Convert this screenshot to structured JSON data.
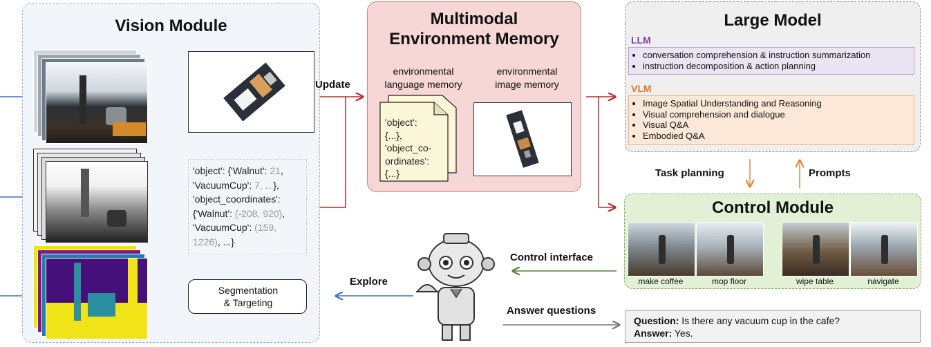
{
  "vision": {
    "title": "Vision Module",
    "text_output": [
      {
        "t": "'object': {'Walnut': ",
        "g": "21",
        "e": ","
      },
      {
        "t": "'VacuumCup': ",
        "g": "7, ...",
        "e": "},"
      },
      {
        "t": "'object_coordinates':",
        "g": "",
        "e": ""
      },
      {
        "t": "{'Walnut': ",
        "g": "(-208, 920)",
        "e": ","
      },
      {
        "t": "'VacuumCup': ",
        "g": "(159,",
        "e": ""
      },
      {
        "t": "",
        "g": "1226)",
        "e": ", ...}"
      }
    ],
    "seg_label_1": "Segmentation",
    "seg_label_2": "& Targeting"
  },
  "memory": {
    "title_1": "Multimodal",
    "title_2": "Environment Memory",
    "lang_label_1": "environmental",
    "lang_label_2": "language memory",
    "img_label_1": "environmental",
    "img_label_2": "image memory",
    "doc_lines": [
      "'object':",
      "{...},",
      "'object_co-",
      "ordinates':",
      "{...}"
    ]
  },
  "large_model": {
    "title": "Large Model",
    "llm_heading": "LLM",
    "llm_items": [
      "conversation comprehension & instruction summarization",
      "instruction decomposition & action planning"
    ],
    "vlm_heading": "VLM",
    "vlm_items": [
      "Image Spatial Understanding and Reasoning",
      "Visual comprehension and dialogue",
      "Visual Q&A",
      "Embodied Q&A"
    ]
  },
  "control": {
    "title": "Control Module",
    "tasks": [
      "make coffee",
      "mop floor",
      "wipe table",
      "navigate"
    ]
  },
  "arrows": {
    "update": "Update",
    "task_planning": "Task planning",
    "prompts": "Prompts",
    "control_interface": "Control interface",
    "explore": "Explore",
    "answer_questions": "Answer questions"
  },
  "qa": {
    "q_label": "Question:",
    "q_text": "Is there any vacuum cup in the cafe?",
    "a_label": "Answer:",
    "a_text": "Yes."
  },
  "colors": {
    "vision_bg": "#f2f6fa",
    "memory_bg": "#f7d6d6",
    "large_bg": "#efefef",
    "control_bg": "#e2f0d6",
    "llm": "#7b3fb3",
    "vlm": "#e0782a",
    "red_arrow": "#c0282d",
    "blue_arrow": "#4472c4",
    "green_arrow": "#548235",
    "orange_arrow": "#e08a3a"
  }
}
